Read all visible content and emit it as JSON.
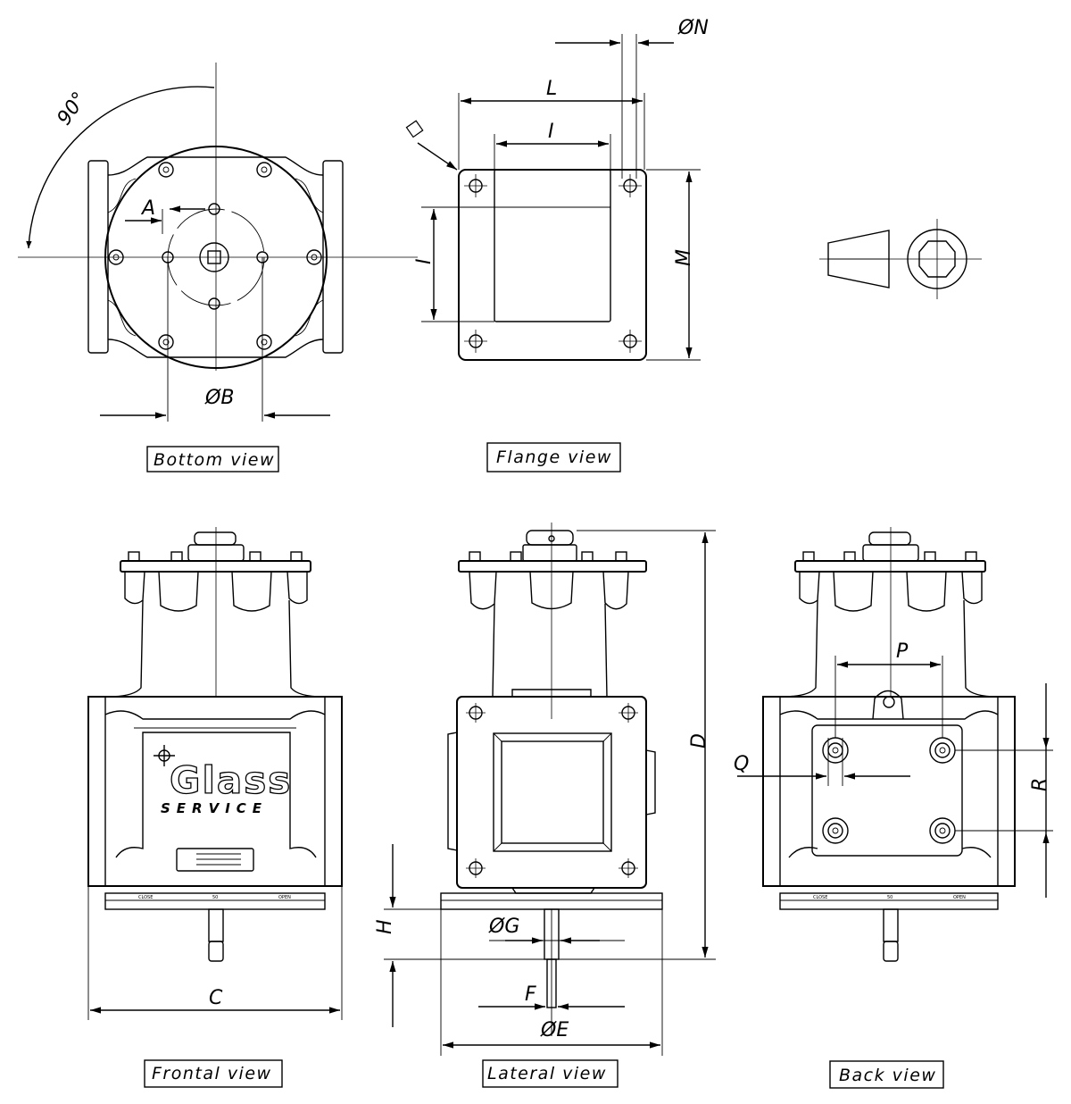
{
  "views": {
    "bottom": "Bottom view",
    "flange": "Flange view",
    "frontal": "Frontal view",
    "lateral": "Lateral view",
    "back": "Back view"
  },
  "dimensions": {
    "angle": "90°",
    "A": "A",
    "B": "ØB",
    "C": "C",
    "D": "D",
    "E": "ØE",
    "F": "F",
    "G": "ØG",
    "H": "H",
    "I_h": "I",
    "I_v": "I",
    "L": "L",
    "M": "M",
    "N": "ØN",
    "P": "P",
    "Q": "Q",
    "R": "R",
    "square": "◻"
  },
  "logo": {
    "brand": "Glass",
    "sub": "SERVICE"
  },
  "scale_marks": {
    "left": "CLOSE",
    "mid": "50",
    "right": "OPEN"
  }
}
